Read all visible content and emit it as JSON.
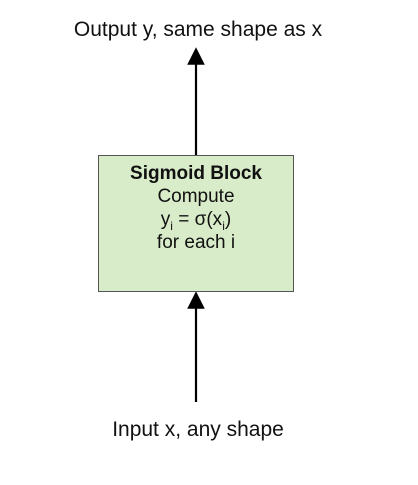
{
  "diagram": {
    "output_label": "Output y, same shape as x",
    "input_label": "Input x, any shape",
    "block": {
      "title": "Sigmoid Block",
      "line1": "Compute",
      "formula": {
        "lhs": "y",
        "lhs_sub": "i",
        "rhs_prefix": " = σ(x",
        "rhs_sub": "i",
        "rhs_suffix": ")"
      },
      "line3": "for each i"
    },
    "colors": {
      "block_fill": "#d8ecc9",
      "block_border": "#555555",
      "arrow": "#000000"
    }
  }
}
